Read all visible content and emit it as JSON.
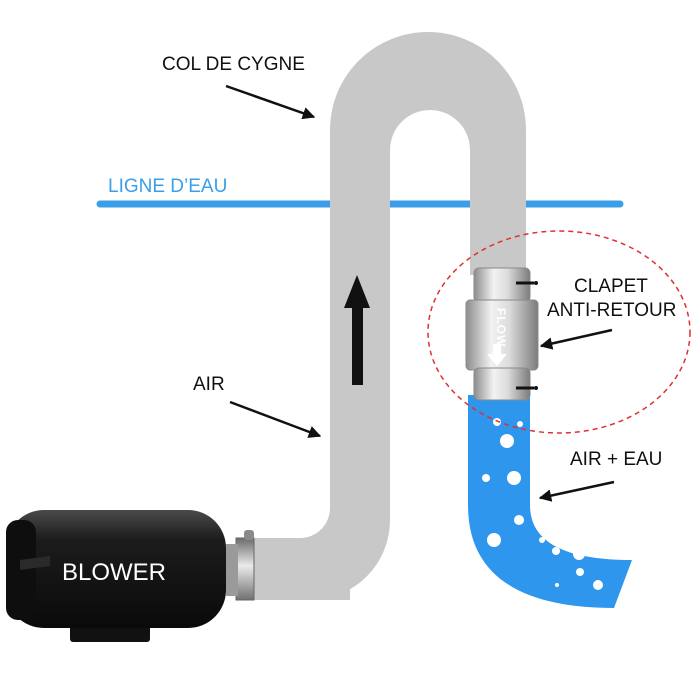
{
  "labels": {
    "gooseneck": "COL DE CYGNE",
    "waterline": "LIGNE D’EAU",
    "valve_line1": "CLAPET",
    "valve_line2": "ANTI-RETOUR",
    "air": "AIR",
    "air_water": "AIR + EAU",
    "blower": "BLOWER",
    "flow": "FLOW"
  },
  "colors": {
    "pipe": "#c8c8c8",
    "water": "#2f96ee",
    "waterline": "#3a9fe8",
    "blower_body": "#1a1a1a",
    "valve_circle": "#e03030",
    "arrow": "#111111"
  }
}
